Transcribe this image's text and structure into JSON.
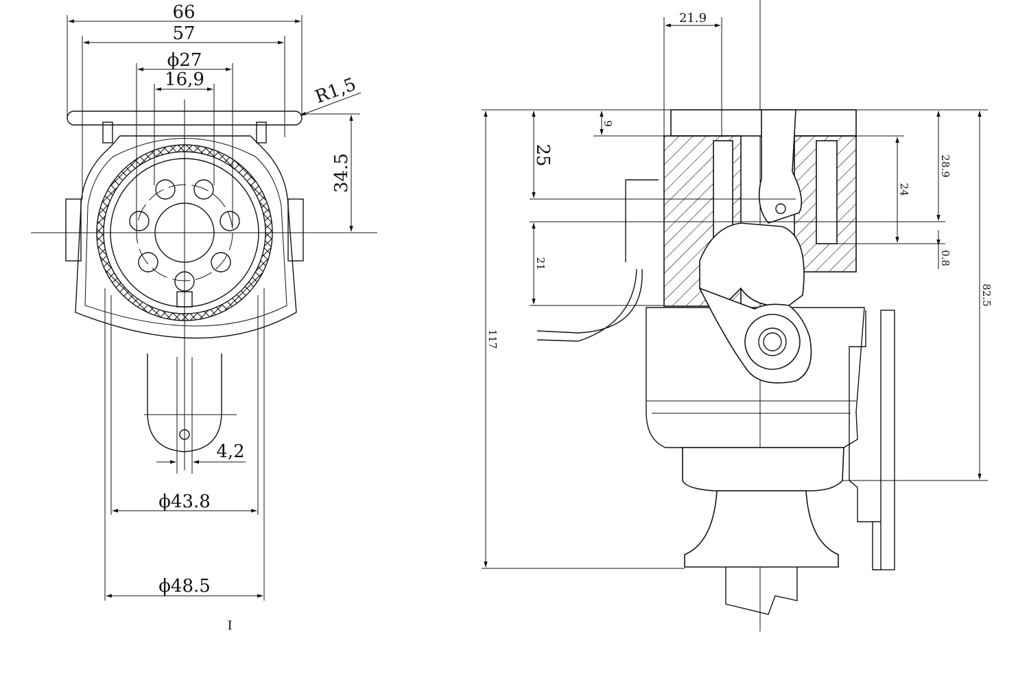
{
  "drawing": {
    "front_view": {
      "dim_overall_width": "66",
      "dim_plate_width": "57",
      "dim_pin_circle": "ϕ27",
      "dim_pin_spacing": "16,9",
      "dim_corner_radius": "R1,5",
      "dim_axis_height": "34.5",
      "dim_slot_width": "4,2",
      "dim_inner_diameter": "ϕ43.8",
      "dim_outer_diameter": "ϕ48.5",
      "stray_mark": "I"
    },
    "side_view": {
      "dim_flange_width": "21.9",
      "dim_plate_thickness": "9",
      "dim_upper_depth": "25",
      "dim_lower_depth": "21",
      "dim_total_height": "117",
      "dim_right_upper": "28.9",
      "dim_right_inner": "24",
      "dim_gap": "0.8",
      "dim_right_height": "82.5"
    }
  }
}
